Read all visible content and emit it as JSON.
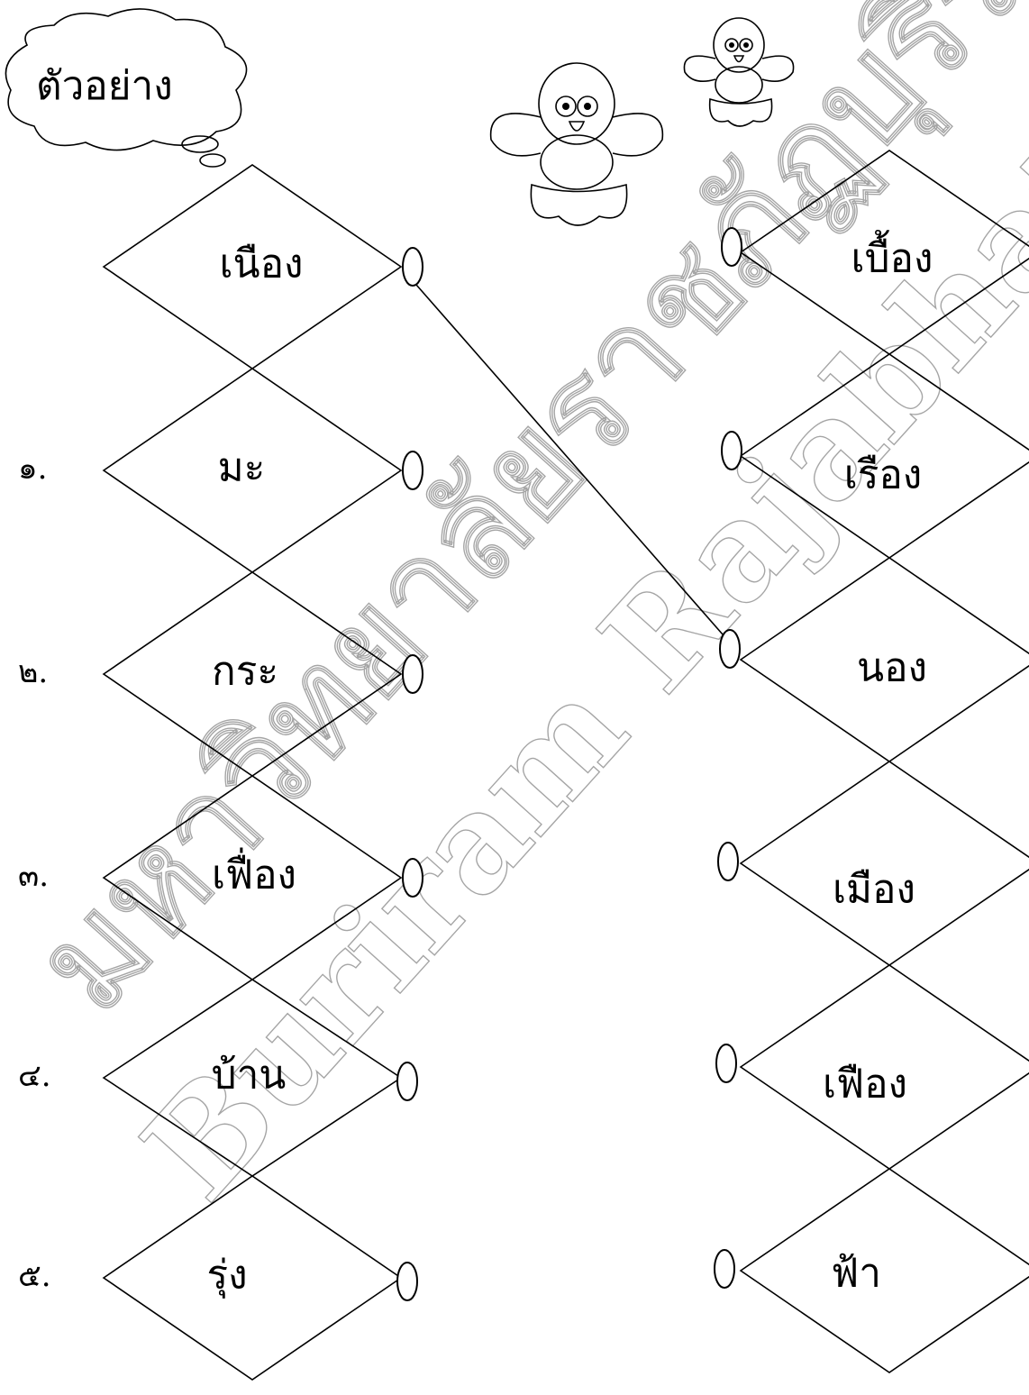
{
  "example_label": "ตัวอย่าง",
  "left_column": [
    {
      "number": "",
      "word": "เนือง"
    },
    {
      "number": "๑.",
      "word": "มะ"
    },
    {
      "number": "๒.",
      "word": "กระ"
    },
    {
      "number": "๓.",
      "word": "เฟื่อง"
    },
    {
      "number": "๔.",
      "word": "บ้าน"
    },
    {
      "number": "๕.",
      "word": "รุ่ง"
    }
  ],
  "right_column": [
    {
      "word": "เบื้อง"
    },
    {
      "word": "เรือง"
    },
    {
      "word": "นอง"
    },
    {
      "word": "เมือง"
    },
    {
      "word": "เฟือง"
    },
    {
      "word": "ฟ้า"
    }
  ],
  "watermark": {
    "line1": "มหาวิทยาลัยราชภัฏบุรีรัมย์",
    "line2": "Buriram Rajabhat University"
  }
}
